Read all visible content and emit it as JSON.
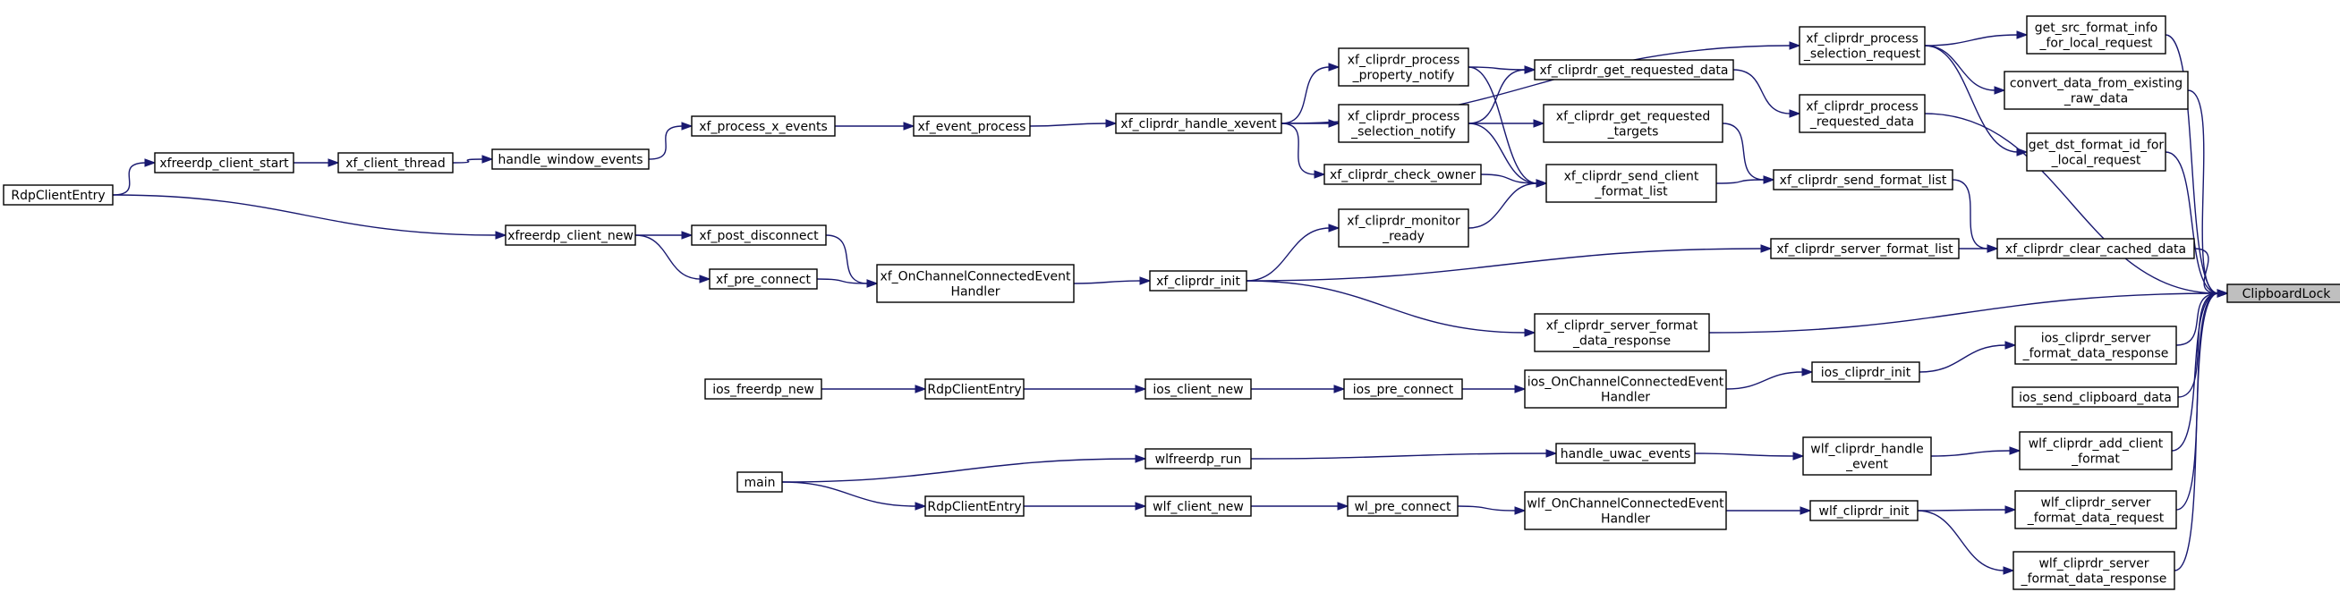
{
  "graph": {
    "nodes": [
      {
        "id": "ClipboardLock",
        "lines": [
          "ClipboardLock"
        ]
      },
      {
        "id": "get_src_format_info_for_local_request",
        "lines": [
          "get_src_format_info",
          "_for_local_request"
        ]
      },
      {
        "id": "convert_data_from_existing_raw_data",
        "lines": [
          "convert_data_from_existing",
          "_raw_data"
        ]
      },
      {
        "id": "get_dst_format_id_for_local_request",
        "lines": [
          "get_dst_format_id_for",
          "_local_request"
        ]
      },
      {
        "id": "xf_cliprdr_clear_cached_data",
        "lines": [
          "xf_cliprdr_clear_cached_data"
        ]
      },
      {
        "id": "xf_cliprdr_server_format_data_response",
        "lines": [
          "xf_cliprdr_server_format",
          "_data_response"
        ]
      },
      {
        "id": "ios_cliprdr_server_format_data_response",
        "lines": [
          "ios_cliprdr_server",
          "_format_data_response"
        ]
      },
      {
        "id": "ios_send_clipboard_data",
        "lines": [
          "ios_send_clipboard_data"
        ]
      },
      {
        "id": "wlf_cliprdr_add_client_format",
        "lines": [
          "wlf_cliprdr_add_client",
          "_format"
        ]
      },
      {
        "id": "wlf_cliprdr_server_format_data_request",
        "lines": [
          "wlf_cliprdr_server",
          "_format_data_request"
        ]
      },
      {
        "id": "wlf_cliprdr_server_format_data_response",
        "lines": [
          "wlf_cliprdr_server",
          "_format_data_response"
        ]
      },
      {
        "id": "xf_cliprdr_process_selection_request",
        "lines": [
          "xf_cliprdr_process",
          "_selection_request"
        ]
      },
      {
        "id": "xf_cliprdr_process_requested_data",
        "lines": [
          "xf_cliprdr_process",
          "_requested_data"
        ]
      },
      {
        "id": "xf_cliprdr_send_format_list",
        "lines": [
          "xf_cliprdr_send_format_list"
        ]
      },
      {
        "id": "xf_cliprdr_server_format_list",
        "lines": [
          "xf_cliprdr_server_format_list"
        ]
      },
      {
        "id": "ios_cliprdr_init",
        "lines": [
          "ios_cliprdr_init"
        ]
      },
      {
        "id": "wlf_cliprdr_handle_event",
        "lines": [
          "wlf_cliprdr_handle",
          "_event"
        ]
      },
      {
        "id": "wlf_cliprdr_init",
        "lines": [
          "wlf_cliprdr_init"
        ]
      },
      {
        "id": "xf_cliprdr_get_requested_data",
        "lines": [
          "xf_cliprdr_get_requested_data"
        ]
      },
      {
        "id": "xf_cliprdr_get_requested_targets",
        "lines": [
          "xf_cliprdr_get_requested",
          "_targets"
        ]
      },
      {
        "id": "xf_cliprdr_send_client_format_list",
        "lines": [
          "xf_cliprdr_send_client",
          "_format_list"
        ]
      },
      {
        "id": "ios_OnChannelConnectedEventHandler",
        "lines": [
          "ios_OnChannelConnectedEvent",
          "Handler"
        ]
      },
      {
        "id": "handle_uwac_events",
        "lines": [
          "handle_uwac_events"
        ]
      },
      {
        "id": "wlf_OnChannelConnectedEventHandler",
        "lines": [
          "wlf_OnChannelConnectedEvent",
          "Handler"
        ]
      },
      {
        "id": "xf_cliprdr_process_property_notify",
        "lines": [
          "xf_cliprdr_process",
          "_property_notify"
        ]
      },
      {
        "id": "xf_cliprdr_process_selection_notify",
        "lines": [
          "xf_cliprdr_process",
          "_selection_notify"
        ]
      },
      {
        "id": "xf_cliprdr_check_owner",
        "lines": [
          "xf_cliprdr_check_owner"
        ]
      },
      {
        "id": "xf_cliprdr_monitor_ready",
        "lines": [
          "xf_cliprdr_monitor",
          "_ready"
        ]
      },
      {
        "id": "ios_pre_connect",
        "lines": [
          "ios_pre_connect"
        ]
      },
      {
        "id": "wl_pre_connect",
        "lines": [
          "wl_pre_connect"
        ]
      },
      {
        "id": "xf_cliprdr_handle_xevent",
        "lines": [
          "xf_cliprdr_handle_xevent"
        ]
      },
      {
        "id": "xf_cliprdr_init",
        "lines": [
          "xf_cliprdr_init"
        ]
      },
      {
        "id": "ios_client_new",
        "lines": [
          "ios_client_new"
        ]
      },
      {
        "id": "wlfreerdp_run",
        "lines": [
          "wlfreerdp_run"
        ]
      },
      {
        "id": "wlf_client_new",
        "lines": [
          "wlf_client_new"
        ]
      },
      {
        "id": "xf_event_process",
        "lines": [
          "xf_event_process"
        ]
      },
      {
        "id": "xf_OnChannelConnectedEventHandler",
        "lines": [
          "xf_OnChannelConnectedEvent",
          "Handler"
        ]
      },
      {
        "id": "RdpClientEntry_ios",
        "lines": [
          "RdpClientEntry"
        ]
      },
      {
        "id": "RdpClientEntry_wlf",
        "lines": [
          "RdpClientEntry"
        ]
      },
      {
        "id": "xf_process_x_events",
        "lines": [
          "xf_process_x_events"
        ]
      },
      {
        "id": "xf_post_disconnect",
        "lines": [
          "xf_post_disconnect"
        ]
      },
      {
        "id": "xf_pre_connect",
        "lines": [
          "xf_pre_connect"
        ]
      },
      {
        "id": "ios_freerdp_new",
        "lines": [
          "ios_freerdp_new"
        ]
      },
      {
        "id": "main",
        "lines": [
          "main"
        ]
      },
      {
        "id": "handle_window_events",
        "lines": [
          "handle_window_events"
        ]
      },
      {
        "id": "xfreerdp_client_new",
        "lines": [
          "xfreerdp_client_new"
        ]
      },
      {
        "id": "xf_client_thread",
        "lines": [
          "xf_client_thread"
        ]
      },
      {
        "id": "xfreerdp_client_start",
        "lines": [
          "xfreerdp_client_start"
        ]
      },
      {
        "id": "RdpClientEntry_xf",
        "lines": [
          "RdpClientEntry"
        ]
      }
    ],
    "edges": [
      [
        "get_src_format_info_for_local_request",
        "ClipboardLock"
      ],
      [
        "convert_data_from_existing_raw_data",
        "ClipboardLock"
      ],
      [
        "get_dst_format_id_for_local_request",
        "ClipboardLock"
      ],
      [
        "xf_cliprdr_clear_cached_data",
        "ClipboardLock"
      ],
      [
        "xf_cliprdr_server_format_data_response",
        "ClipboardLock"
      ],
      [
        "ios_cliprdr_server_format_data_response",
        "ClipboardLock"
      ],
      [
        "ios_send_clipboard_data",
        "ClipboardLock"
      ],
      [
        "wlf_cliprdr_add_client_format",
        "ClipboardLock"
      ],
      [
        "wlf_cliprdr_server_format_data_request",
        "ClipboardLock"
      ],
      [
        "wlf_cliprdr_server_format_data_response",
        "ClipboardLock"
      ],
      [
        "xf_cliprdr_process_selection_request",
        "get_src_format_info_for_local_request"
      ],
      [
        "xf_cliprdr_process_selection_request",
        "convert_data_from_existing_raw_data"
      ],
      [
        "xf_cliprdr_process_selection_request",
        "get_dst_format_id_for_local_request"
      ],
      [
        "xf_cliprdr_process_requested_data",
        "ClipboardLock"
      ],
      [
        "xf_cliprdr_send_format_list",
        "xf_cliprdr_clear_cached_data"
      ],
      [
        "xf_cliprdr_server_format_list",
        "xf_cliprdr_clear_cached_data"
      ],
      [
        "ios_cliprdr_init",
        "ios_cliprdr_server_format_data_response"
      ],
      [
        "wlf_cliprdr_handle_event",
        "wlf_cliprdr_add_client_format"
      ],
      [
        "wlf_cliprdr_init",
        "wlf_cliprdr_server_format_data_request"
      ],
      [
        "wlf_cliprdr_init",
        "wlf_cliprdr_server_format_data_response"
      ],
      [
        "xf_cliprdr_get_requested_data",
        "xf_cliprdr_process_requested_data"
      ],
      [
        "xf_cliprdr_get_requested_targets",
        "xf_cliprdr_send_format_list"
      ],
      [
        "xf_cliprdr_send_client_format_list",
        "xf_cliprdr_send_format_list"
      ],
      [
        "ios_OnChannelConnectedEventHandler",
        "ios_cliprdr_init"
      ],
      [
        "handle_uwac_events",
        "wlf_cliprdr_handle_event"
      ],
      [
        "wlf_OnChannelConnectedEventHandler",
        "wlf_cliprdr_init"
      ],
      [
        "xf_cliprdr_process_property_notify",
        "xf_cliprdr_get_requested_data"
      ],
      [
        "xf_cliprdr_process_property_notify",
        "xf_cliprdr_send_client_format_list"
      ],
      [
        "xf_cliprdr_process_selection_notify",
        "xf_cliprdr_get_requested_data"
      ],
      [
        "xf_cliprdr_process_selection_notify",
        "xf_cliprdr_get_requested_targets"
      ],
      [
        "xf_cliprdr_process_selection_notify",
        "xf_cliprdr_send_client_format_list"
      ],
      [
        "xf_cliprdr_check_owner",
        "xf_cliprdr_send_client_format_list"
      ],
      [
        "xf_cliprdr_monitor_ready",
        "xf_cliprdr_send_client_format_list"
      ],
      [
        "ios_pre_connect",
        "ios_OnChannelConnectedEventHandler"
      ],
      [
        "wl_pre_connect",
        "wlf_OnChannelConnectedEventHandler"
      ],
      [
        "xf_cliprdr_handle_xevent",
        "xf_cliprdr_process_selection_request"
      ],
      [
        "xf_cliprdr_handle_xevent",
        "xf_cliprdr_process_property_notify"
      ],
      [
        "xf_cliprdr_handle_xevent",
        "xf_cliprdr_process_selection_notify"
      ],
      [
        "xf_cliprdr_handle_xevent",
        "xf_cliprdr_check_owner"
      ],
      [
        "xf_cliprdr_init",
        "xf_cliprdr_monitor_ready"
      ],
      [
        "xf_cliprdr_init",
        "xf_cliprdr_server_format_list"
      ],
      [
        "xf_cliprdr_init",
        "xf_cliprdr_server_format_data_response"
      ],
      [
        "ios_client_new",
        "ios_pre_connect"
      ],
      [
        "wlfreerdp_run",
        "handle_uwac_events"
      ],
      [
        "wlf_client_new",
        "wl_pre_connect"
      ],
      [
        "xf_event_process",
        "xf_cliprdr_handle_xevent"
      ],
      [
        "xf_OnChannelConnectedEventHandler",
        "xf_cliprdr_init"
      ],
      [
        "RdpClientEntry_ios",
        "ios_client_new"
      ],
      [
        "RdpClientEntry_wlf",
        "wlf_client_new"
      ],
      [
        "xf_process_x_events",
        "xf_event_process"
      ],
      [
        "xf_post_disconnect",
        "xf_OnChannelConnectedEventHandler"
      ],
      [
        "xf_pre_connect",
        "xf_OnChannelConnectedEventHandler"
      ],
      [
        "ios_freerdp_new",
        "RdpClientEntry_ios"
      ],
      [
        "main",
        "wlfreerdp_run"
      ],
      [
        "main",
        "RdpClientEntry_wlf"
      ],
      [
        "handle_window_events",
        "xf_process_x_events"
      ],
      [
        "xfreerdp_client_new",
        "xf_post_disconnect"
      ],
      [
        "xfreerdp_client_new",
        "xf_pre_connect"
      ],
      [
        "xf_client_thread",
        "handle_window_events"
      ],
      [
        "xfreerdp_client_start",
        "xf_client_thread"
      ],
      [
        "RdpClientEntry_xf",
        "xfreerdp_client_new"
      ],
      [
        "RdpClientEntry_xf",
        "xfreerdp_client_start"
      ]
    ]
  }
}
